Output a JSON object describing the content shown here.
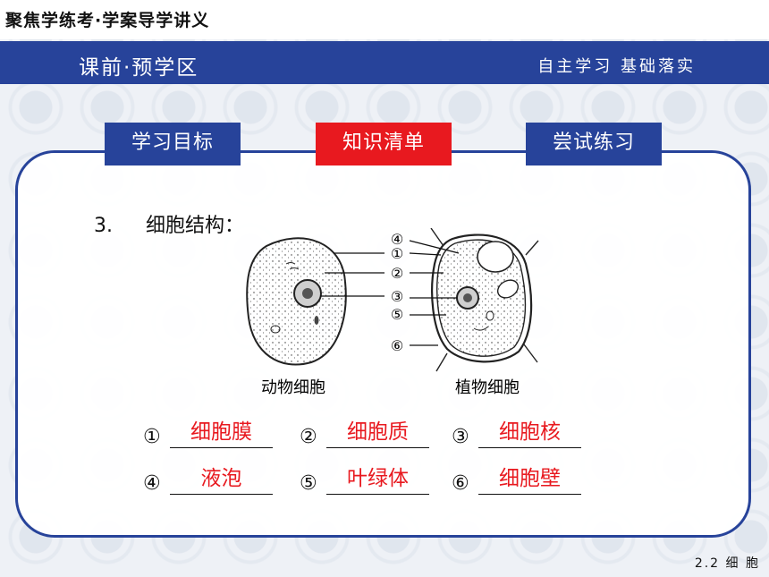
{
  "header": {
    "brand": "聚焦学练考·学案导学讲义"
  },
  "band": {
    "left": "课前·预学区",
    "right": "自主学习  基础落实"
  },
  "tabs": [
    {
      "label": "学习目标"
    },
    {
      "label": "知识清单"
    },
    {
      "label": "尝试练习"
    }
  ],
  "section": {
    "number": "3.",
    "title": "细胞结构："
  },
  "figure": {
    "animal_caption": "动物细胞",
    "plant_caption": "植物细胞",
    "labels": [
      "④",
      "①",
      "②",
      "③",
      "⑤",
      "⑥"
    ]
  },
  "answers": [
    {
      "mark": "①",
      "text": "细胞膜"
    },
    {
      "mark": "②",
      "text": "细胞质"
    },
    {
      "mark": "③",
      "text": "细胞核"
    },
    {
      "mark": "④",
      "text": "液泡"
    },
    {
      "mark": "⑤",
      "text": "叶绿体"
    },
    {
      "mark": "⑥",
      "text": "细胞壁"
    }
  ],
  "footer": {
    "text": "2.2 细 胞"
  }
}
